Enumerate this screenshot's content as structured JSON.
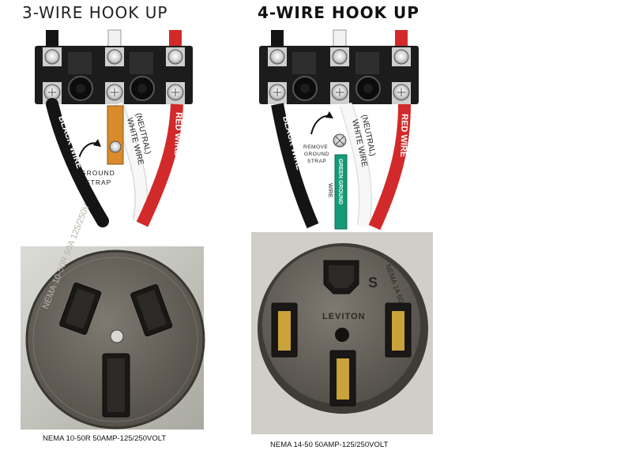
{
  "three_wire": {
    "title": "3-WIRE HOOK UP",
    "black_wire": "BLACK WIRE",
    "neutral": "(NEUTRAL)",
    "white_wire": "WHITE WIRE",
    "red_wire": "RED WIRE",
    "ground_strap": [
      "GROUND",
      "STRAP"
    ]
  },
  "four_wire": {
    "title": "4-WIRE HOOK UP",
    "black_wire": "BLACK WIRE",
    "neutral": "(NEUTRAL)",
    "white_wire": "WHITE WIRE",
    "red_wire": "RED WIRE",
    "remove_ground_strap": [
      "REMOVE",
      "GROUND",
      "STRAP"
    ],
    "green_ground": "GREEN GROUND",
    "wire": "WIRE"
  },
  "receptacles": {
    "left_caption": "NEMA 10-50R 50AMP-125/250VOLT",
    "left_face_text": "NEMA 10-50R 50A 125/250V",
    "right_caption": "NEMA 14-50 50AMP-125/250VOLT",
    "right_brand": "LEVITON",
    "right_face_text": "NEMA 14-50",
    "right_mark": "S"
  },
  "colors": {
    "terminal_block": "#1c1c1c",
    "black_wire": "#141414",
    "white_wire": "#f2f2f2",
    "red_wire": "#d22a2a",
    "green_wire": "#159a78",
    "copper_strap": "#d98a2a",
    "receptacle_body": "#6e6a62"
  }
}
